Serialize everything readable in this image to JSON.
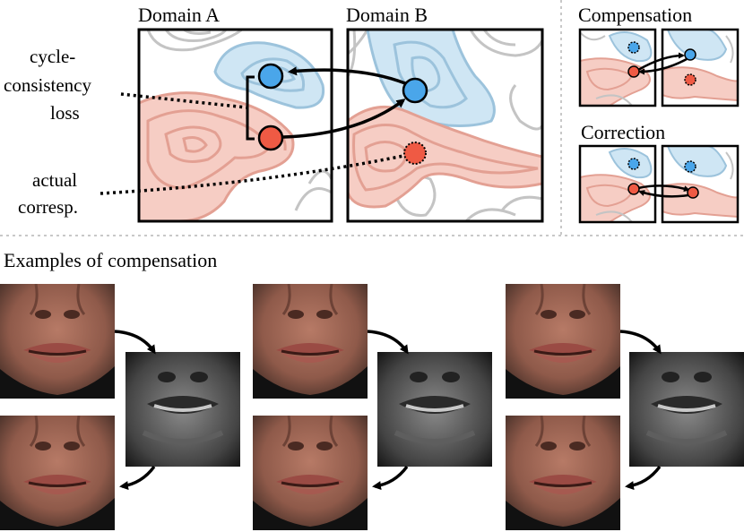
{
  "labels": {
    "domain_a": "Domain A",
    "domain_b": "Domain B",
    "cycle_line1": "cycle-",
    "cycle_line2": "consistency",
    "cycle_line3": "loss",
    "actual_line1": "actual",
    "actual_line2": "corresp.",
    "compensation": "Compensation",
    "correction": "Correction",
    "examples": "Examples of compensation"
  },
  "colors": {
    "blue_fill": "#cfe6f4",
    "blue_line": "#9cc3dc",
    "blue_dot": "#4aa6ea",
    "red_fill": "#f6cdc4",
    "red_line": "#e3a093",
    "red_dot": "#ef5a44",
    "gray_contour": "#c4c4c4",
    "frame": "#000000",
    "divider": "#c8c8c8"
  },
  "examples": [
    {
      "name": "example-1"
    },
    {
      "name": "example-2"
    },
    {
      "name": "example-3"
    }
  ]
}
